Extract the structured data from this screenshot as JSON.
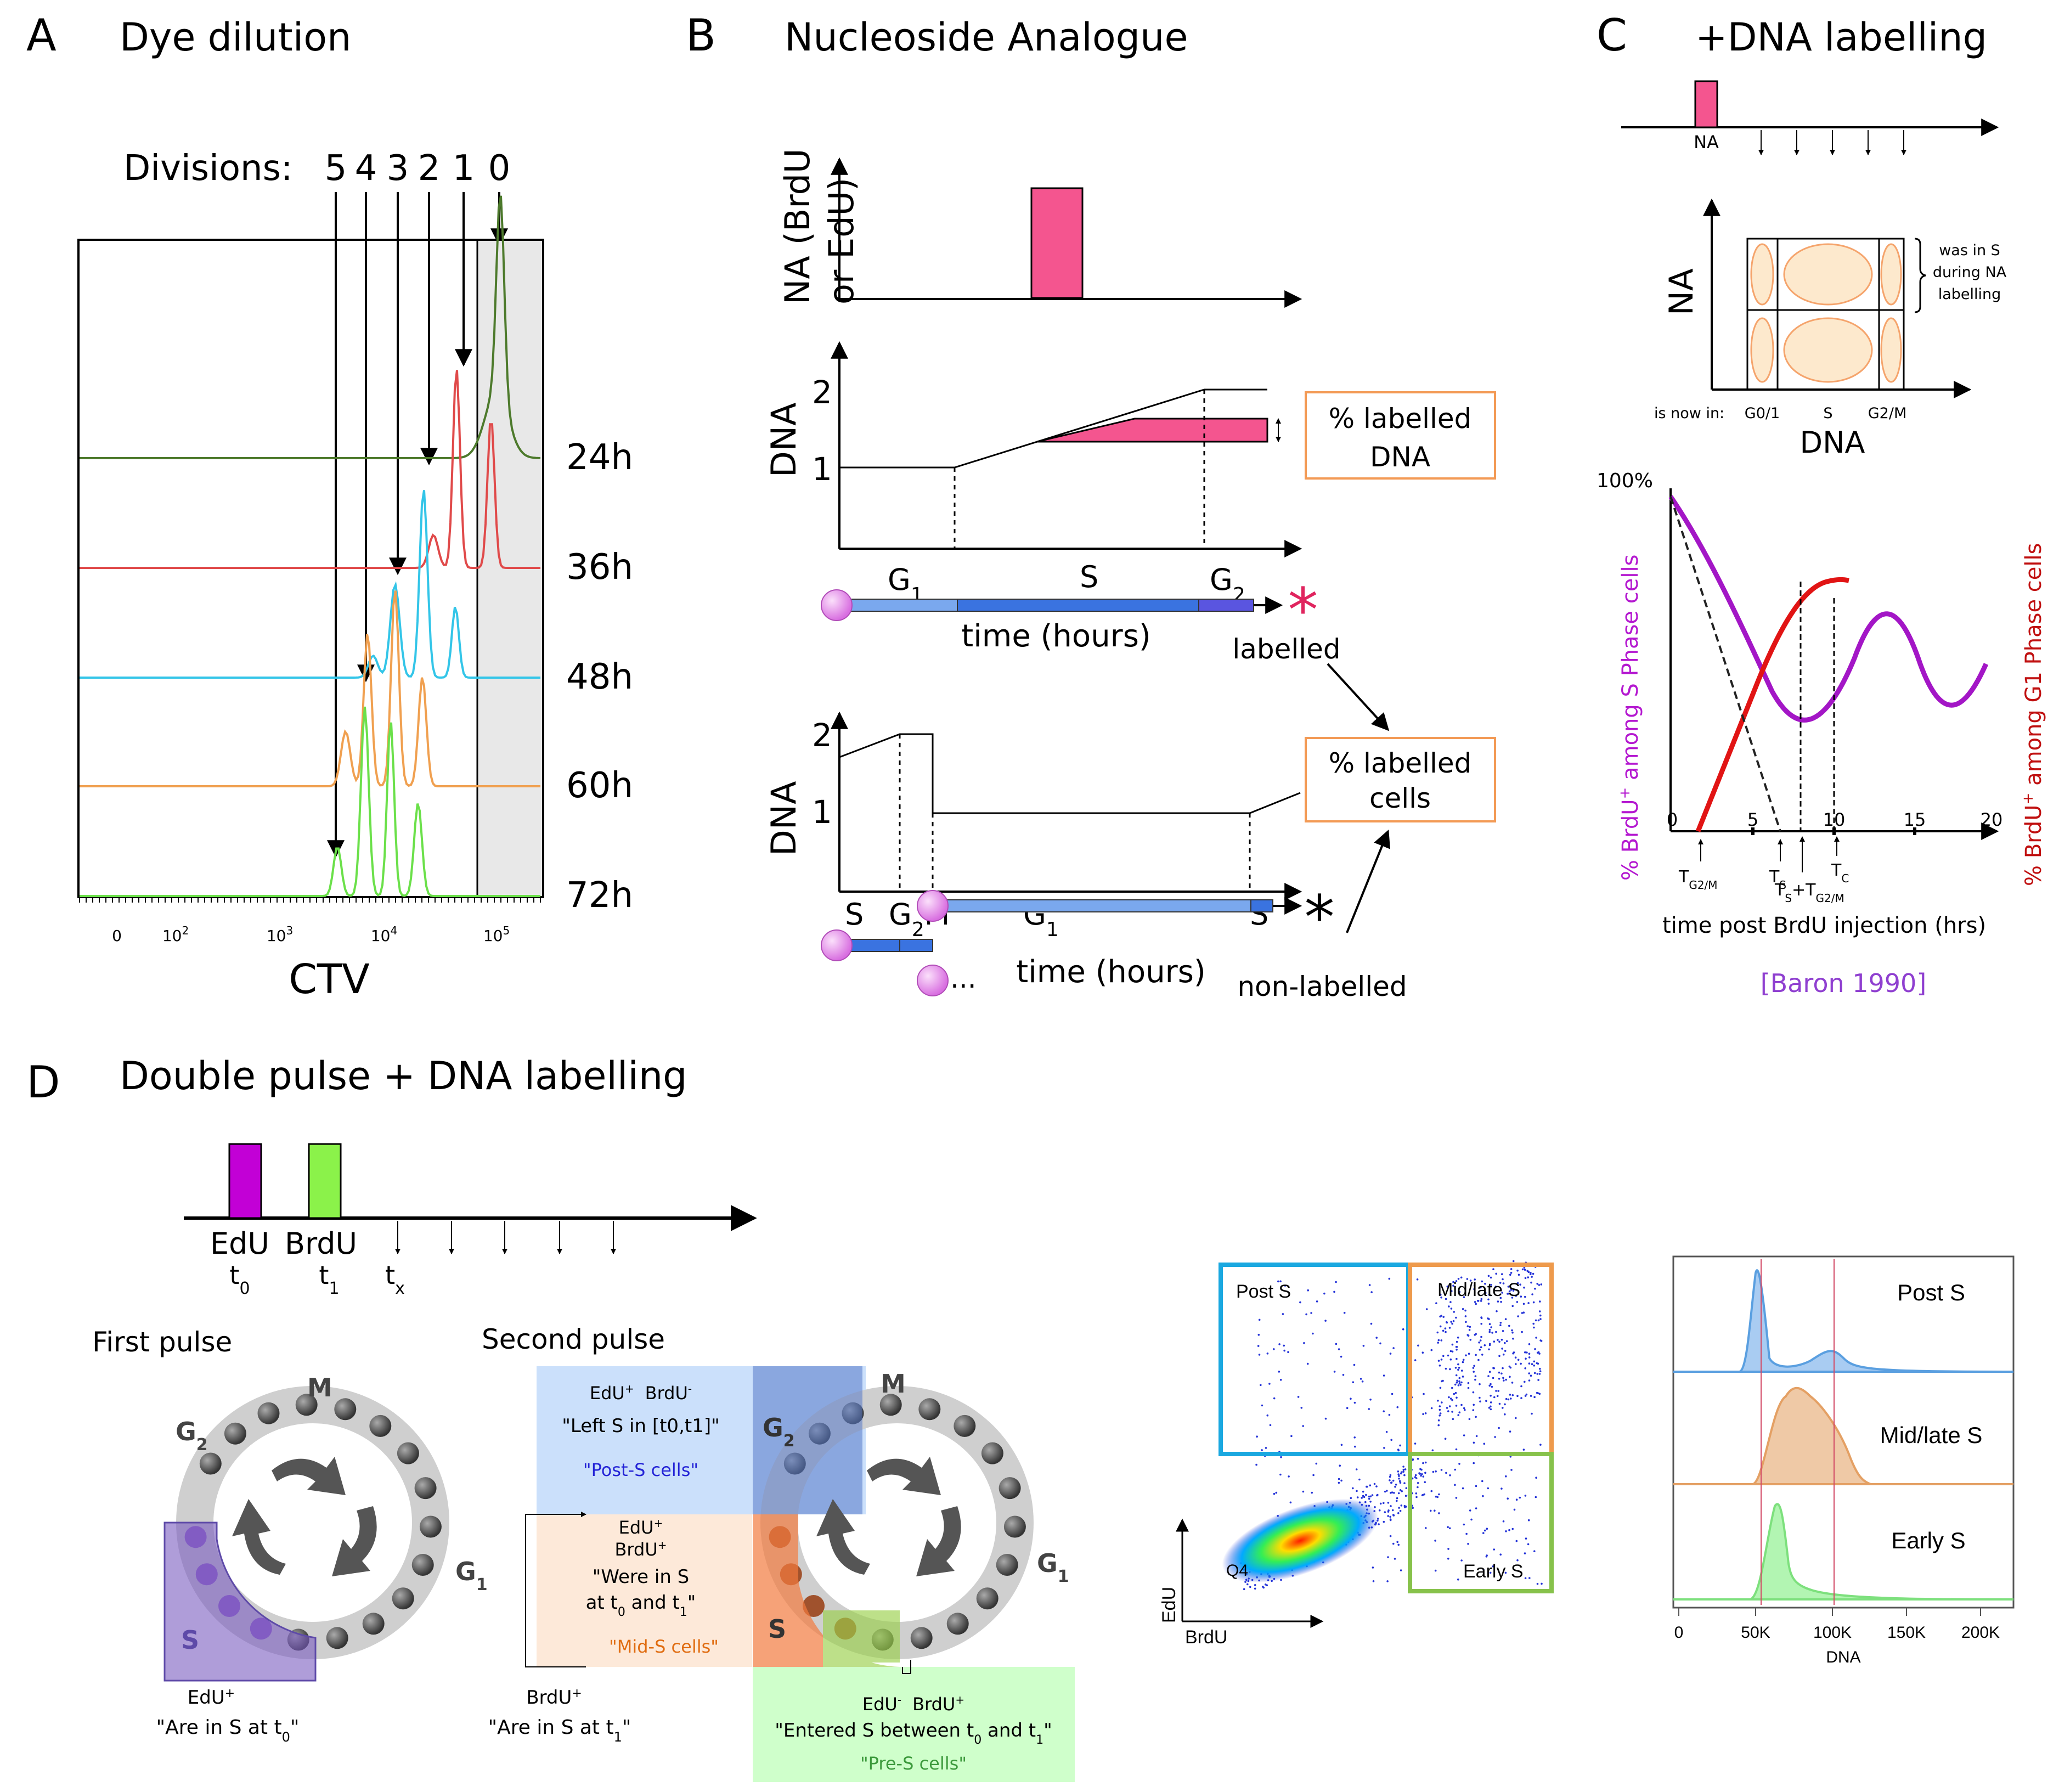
{
  "colors": {
    "pink": "#f4558f",
    "magenta_edu": "#c200d6",
    "green_brdu": "#8bf24a",
    "orange_box": "#f39a55",
    "purple_curve": "#a316c6",
    "red_curve": "#e11414",
    "blue_bar": "#3a73e0",
    "light_blue_bar": "#7aa8ee",
    "cell_fill": "#fde9cd",
    "cell_stroke": "#f5a46c",
    "gate_blue": "#1aa8e0",
    "gate_orange": "#ee9a4c",
    "gate_green": "#87c24b",
    "hist_blue": "#5a9fe0",
    "hist_orange": "#e4a064",
    "hist_green": "#7de07d",
    "baron_purple": "#8f3fd0"
  },
  "panelA": {
    "letter": "A",
    "title": "Dye dilution",
    "divisions_label": "Divisions:",
    "division_numbers": [
      "5",
      "4",
      "3",
      "2",
      "1",
      "0"
    ],
    "timepoints": [
      "24h",
      "36h",
      "48h",
      "60h",
      "72h"
    ],
    "axis_label": "CTV",
    "tick_labels": [
      "0",
      "10",
      "10",
      "10",
      "10"
    ],
    "tick_exponents": [
      "",
      "2",
      "3",
      "4",
      "5"
    ],
    "series_colors": [
      "#4d7a2c",
      "#e04a4a",
      "#33c5e8",
      "#f0a050",
      "#6be04a"
    ]
  },
  "panelB": {
    "letter": "B",
    "title": "Nucleoside Analogue",
    "na_axis": "NA (BrdU",
    "na_axis2": "or EdU)",
    "dna_axis": "DNA",
    "dna_ticks": [
      "1",
      "2"
    ],
    "labelled_dna": [
      "% labelled",
      "DNA"
    ],
    "labelled_cells": [
      "% labelled",
      "cells"
    ],
    "phases_top": [
      "G",
      "S",
      "G"
    ],
    "phase_subs_top": [
      "1",
      "",
      "2"
    ],
    "time_label": "time (hours)",
    "labelled": "labelled",
    "non_labelled": "non-labelled",
    "phases_bottom": [
      "S",
      "G",
      "M",
      "G",
      "S"
    ],
    "phase_subs_bottom": [
      "",
      "2",
      "",
      "1",
      ""
    ],
    "ellipsis": "...",
    "star": "*"
  },
  "panelC": {
    "letter": "C",
    "title": "+DNA labelling",
    "na_pulse": "NA",
    "y_axis": "NA",
    "x_axis": "DNA",
    "was_in_s": [
      "was in S",
      "during NA",
      "labelling"
    ],
    "is_now_in": "is now in:",
    "phases": [
      "G0/1",
      "S",
      "G2/M"
    ],
    "pct100": "100%",
    "x_ticks": [
      "0",
      "5",
      "10",
      "15",
      "20"
    ],
    "left_axis": "% BrdU",
    "left_axis_rest": " among S Phase cells",
    "right_axis": "% BrdU",
    "right_axis_rest": " among G1 Phase cells",
    "x_title": "time post BrdU injection (hrs)",
    "citation": "[Baron 1990]",
    "tg2m": "T",
    "tg2m_sub": "G2/M",
    "ts": "T",
    "ts_sub": "S",
    "tc": "T",
    "tc_sub": "C",
    "tsum_a": "T",
    "tsum_a_sub": "S",
    "tsum_plus": "+T",
    "tsum_b_sub": "G2/M",
    "sup_plus": "+"
  },
  "panelD": {
    "letter": "D",
    "title": "Double pulse + DNA labelling",
    "pulse1": "EdU",
    "pulse2": "BrdU",
    "t0": "t",
    "t0_sub": "0",
    "t1": "t",
    "t1_sub": "1",
    "tx": "t",
    "tx_sub": "x",
    "first_pulse": "First pulse",
    "second_pulse": "Second pulse",
    "cycle_M": "M",
    "cycle_G2": "G",
    "cycle_G2_sub": "2",
    "cycle_G1": "G",
    "cycle_G1_sub": "1",
    "cycle_S": "S",
    "first_edu": "EdU",
    "first_edu_sup": "+",
    "first_desc_a": "\"Are in S at t",
    "first_desc_sub": "0",
    "first_desc_b": "\"",
    "post_s_a": "EdU",
    "post_s_a_sup": "+",
    "post_s_b": "BrdU",
    "post_s_b_sup": "-",
    "post_s_desc": "\"Left S in [t0,t1]\"",
    "post_s_name": "\"Post-S cells\"",
    "mid_s_a": "EdU",
    "mid_s_b": "BrdU",
    "mid_s_desc1": "\"Were in S",
    "mid_s_desc2": "at t",
    "mid_s_desc2_sub": "0",
    "mid_s_desc2_b": " and t",
    "mid_s_desc2_sub2": "1",
    "mid_s_desc2_c": "\"",
    "mid_s_name": "\"Mid-S cells\"",
    "brdu_plus": "BrdU",
    "brdu_desc_a": "\"Are in S at t",
    "brdu_desc_sub": "1",
    "brdu_desc_b": "\"",
    "pre_s_a": "EdU",
    "pre_s_a_sup": "-",
    "pre_s_b": "BrdU",
    "pre_s_desc_a": "\"Entered S between t",
    "pre_s_desc_sub": "0",
    "pre_s_desc_b": " and t",
    "pre_s_desc_sub2": "1",
    "pre_s_desc_c": "\"",
    "pre_s_name": "\"Pre-S cells\"",
    "flow_gates": [
      "Post S",
      "Mid/late S",
      "Early S",
      "Q4"
    ],
    "flow_y": "EdU",
    "flow_x": "BrdU",
    "hist_labels": [
      "Post S",
      "Mid/late S",
      "Early S"
    ],
    "hist_ticks": [
      "0",
      "50K",
      "100K",
      "150K",
      "200K"
    ],
    "hist_x": "DNA"
  }
}
